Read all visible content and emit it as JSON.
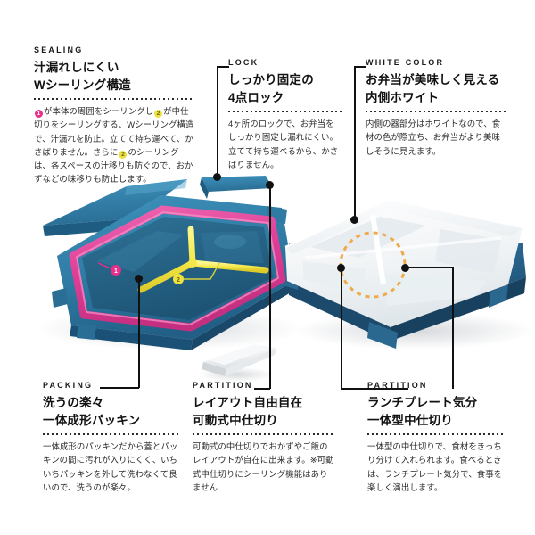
{
  "page": {
    "title": "弁当箱 特徴紹介",
    "background": "#ffffff"
  },
  "colors": {
    "lid_blue": "#2b6e93",
    "lid_blue_light": "#3a8ab3",
    "base_navy": "#23567d",
    "gasket_pink": "#e0469b",
    "seal_yellow": "#f2e84a",
    "badge_1": "#e8308a",
    "badge_2": "#ece13f",
    "highlight_orange": "#f0a94b",
    "ink": "#111111",
    "tray_white": "#f2f4f5"
  },
  "features": [
    {
      "id": "sealing",
      "eyebrow": "SEALING",
      "heading_line1": "汁漏れしにくい",
      "heading_line2": "Wシーリング構造",
      "body_before_1": "",
      "body_mid": "が本体の周囲をシーリングし",
      "body_after_2": "が中仕切りをシーリングする、Wシーリング構造で、汁漏れを防止。立てて持ち運べて、かさばりません。さらに",
      "body_tail": "のシーリングは、各スペースの汁移りも防ぐので、おかずなどの味移りも防止します。",
      "badge1": "❶",
      "badge2": "❷"
    },
    {
      "id": "lock",
      "eyebrow": "LOCK",
      "heading_line1": "しっかり固定の",
      "heading_line2": "4点ロック",
      "body": "4ヶ所のロックで、お弁当をしっかり固定し漏れにくい。立てて持ち運べるから、かさばりません。"
    },
    {
      "id": "white-color",
      "eyebrow": "WHITE COLOR",
      "heading_line1": "お弁当が美味しく見える",
      "heading_line2": "内側ホワイト",
      "body": "内側の器部分はホワイトなので、食材の色が際立ち、お弁当がより美味しそうに見えます。"
    },
    {
      "id": "packing",
      "eyebrow": "PACKING",
      "heading_line1": "洗うの楽々",
      "heading_line2": "一体成形パッキン",
      "body": "一体成形のパッキンだから蓋とパッキンの間に汚れが入りにくく、いちいちパッキンを外して洗わなくて良いので、洗うのが楽々。"
    },
    {
      "id": "partition-movable",
      "eyebrow": "PARTITION",
      "heading_line1": "レイアウト自由自在",
      "heading_line2": "可動式中仕切り",
      "body": "可動式の中仕切りでおかずやご飯のレイアウトが自在に出来ます。※可動式中仕切りにシーリング機能はありません"
    },
    {
      "id": "partition-unibody",
      "eyebrow": "PARTITION",
      "heading_line1": "ランチプレート気分",
      "heading_line2": "一体型中仕切り",
      "body": "一体型の中仕切りで、食材をきっちり分けて入れられます。食べるときは、ランチプレート気分で、食事を楽しく演出します。"
    }
  ],
  "markers": {
    "badge_1_label": "1",
    "badge_2_label": "2"
  },
  "artwork": {
    "left_product_name": "lid-with-pink-gasket-and-yellow-partition-seal",
    "right_product_name": "white-inner-tray-on-navy-base",
    "loose_part_name": "removable-white-divider",
    "highlight_name": "orange-dashed-highlight-circle"
  }
}
